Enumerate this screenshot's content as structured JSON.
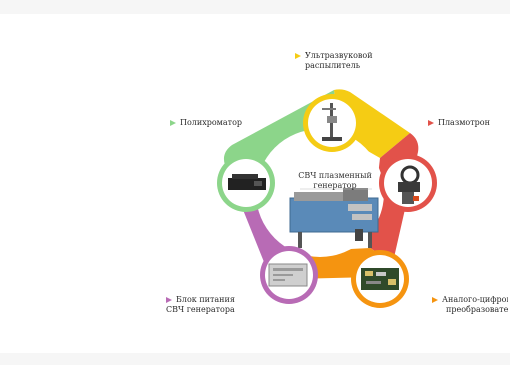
{
  "center": {
    "title": "СВЧ плазменный генератор"
  },
  "nodes": [
    {
      "id": "ultrasonic",
      "label_lines": [
        "Ультразвуковой",
        "распылитель"
      ],
      "color": "#f5cc14",
      "icon": "ultrasonic-sprayer-icon"
    },
    {
      "id": "plasmatron",
      "label_lines": [
        "Плазмотрон"
      ],
      "color": "#e2524a",
      "icon": "plasmatron-icon"
    },
    {
      "id": "adc",
      "label_lines": [
        "Аналого-цифрово",
        "преобразовател"
      ],
      "color": "#f59410",
      "icon": "adc-board-icon"
    },
    {
      "id": "power",
      "label_lines": [
        "Блок питания",
        "СВЧ генератора"
      ],
      "color": "#b86bb5",
      "icon": "power-supply-icon"
    },
    {
      "id": "polychromator",
      "label_lines": [
        "Полихроматор"
      ],
      "color": "#8cd58a",
      "icon": "polychromator-icon"
    }
  ]
}
